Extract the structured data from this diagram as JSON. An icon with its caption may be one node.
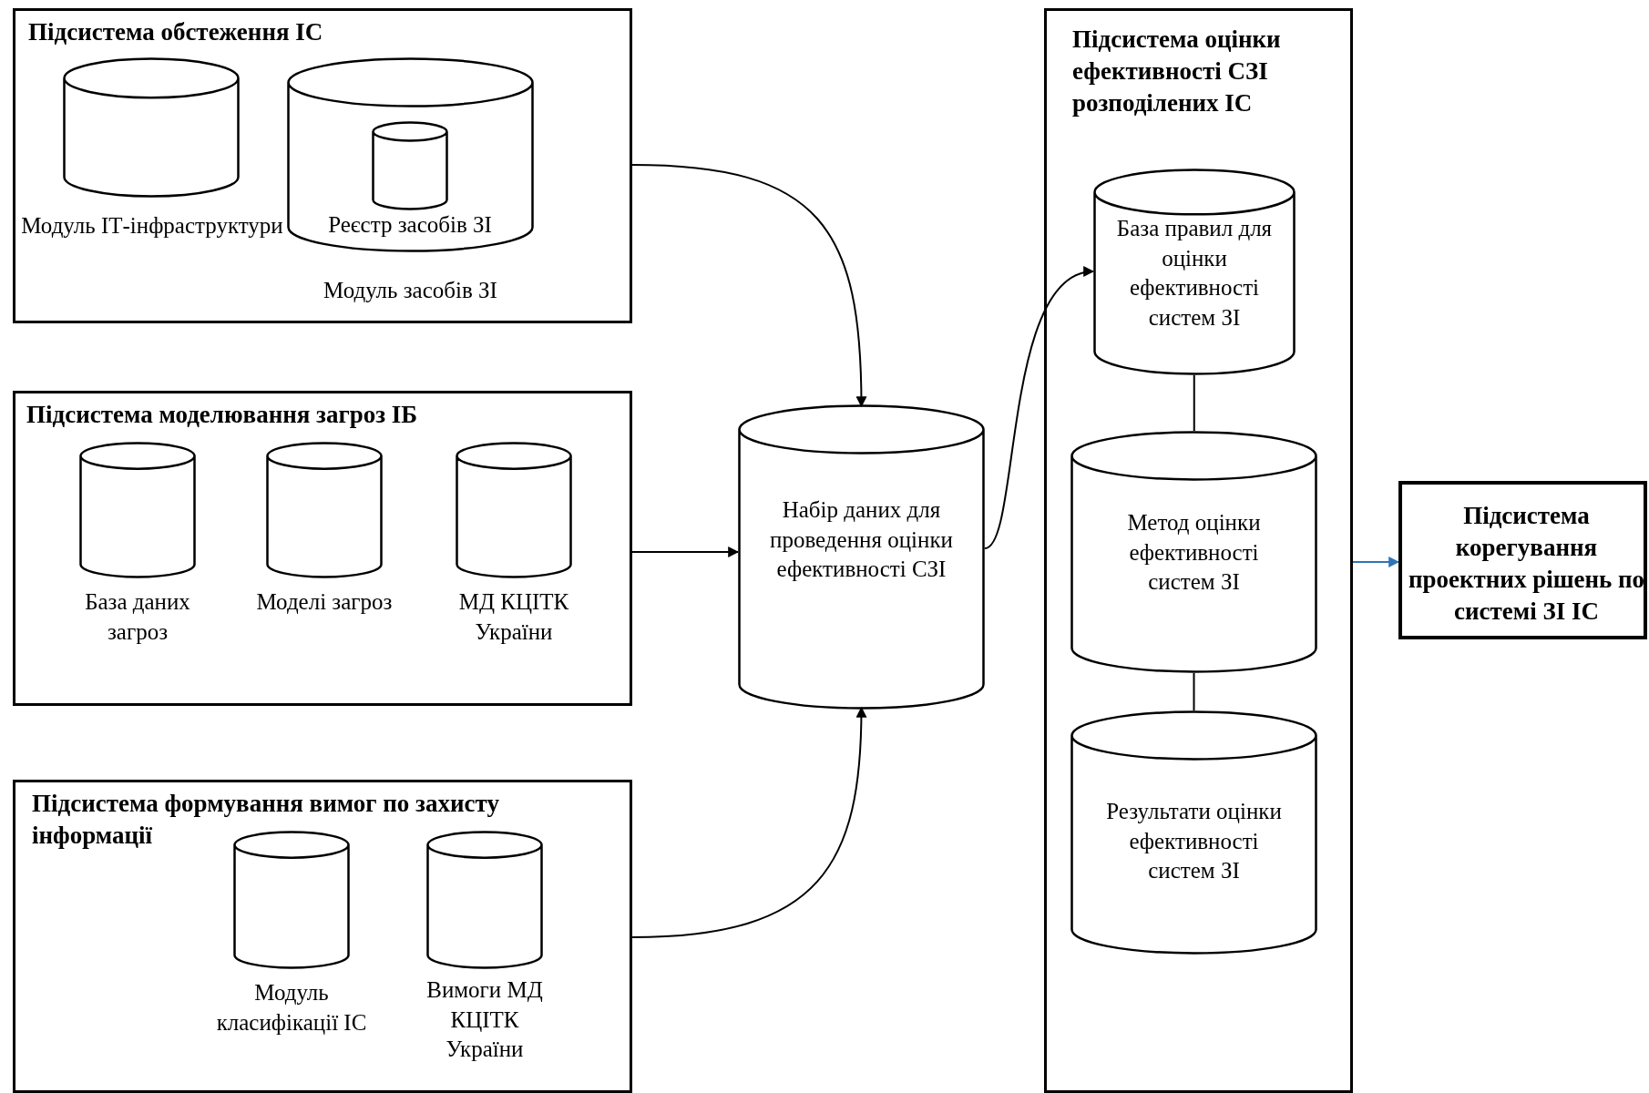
{
  "diagram": {
    "nodes": [
      {
        "text": [
          "Підсистема обстеження ІС"
        ]
      },
      {
        "text": [
          "Модуль ІТ-інфраструктури"
        ],
        "in": 0
      },
      {
        "text": [
          "Модуль засобів ЗІ"
        ],
        "in": 0
      },
      {
        "text": [
          "Реєстр засобів ЗІ"
        ],
        "in": 2
      },
      {
        "text": [
          "Підсистема моделювання загроз ІБ"
        ]
      },
      {
        "text": [
          "База даних загроз"
        ],
        "in": 4
      },
      {
        "text": [
          "Моделі загроз"
        ],
        "in": 4
      },
      {
        "text": [
          "МД КЦІТК України"
        ],
        "in": 4
      },
      {
        "text": [
          "Підсистема формування вимог по захисту інформації"
        ]
      },
      {
        "text": [
          "Модуль класифікації ІС"
        ],
        "in": 8
      },
      {
        "text": [
          "Вимоги МД КЦІТК України"
        ],
        "in": 8
      },
      {
        "text": [
          "Набір даних для проведення оцінки ефективності СЗІ"
        ]
      },
      {
        "text": [
          "Підсистема оцінки ефективності СЗІ розподілених ІС"
        ]
      },
      {
        "text": [
          "База правил для оцінки ефективності систем ЗІ"
        ],
        "in": 12
      },
      {
        "text": [
          "Метод оцінки ефективності систем ЗІ"
        ],
        "in": 12
      },
      {
        "text": [
          "Результати оцінки ефективності систем ЗІ"
        ],
        "in": 12
      },
      {
        "text": [
          "Підсистема корегування проектних рішень по системі ЗІ ІС"
        ]
      }
    ],
    "edges": [
      {
        "from": 0,
        "to": 11,
        "arrow": "to"
      },
      {
        "from": 4,
        "to": 11,
        "arrow": "to"
      },
      {
        "from": 8,
        "to": 11,
        "arrow": "to"
      },
      {
        "from": 11,
        "to": 13,
        "arrow": "to"
      },
      {
        "from": 13,
        "to": 14,
        "arrow": "none"
      },
      {
        "from": 14,
        "to": 15,
        "arrow": "none"
      },
      {
        "from": 12,
        "to": 16,
        "arrow": "to",
        "color": "#2e75b6"
      }
    ]
  }
}
